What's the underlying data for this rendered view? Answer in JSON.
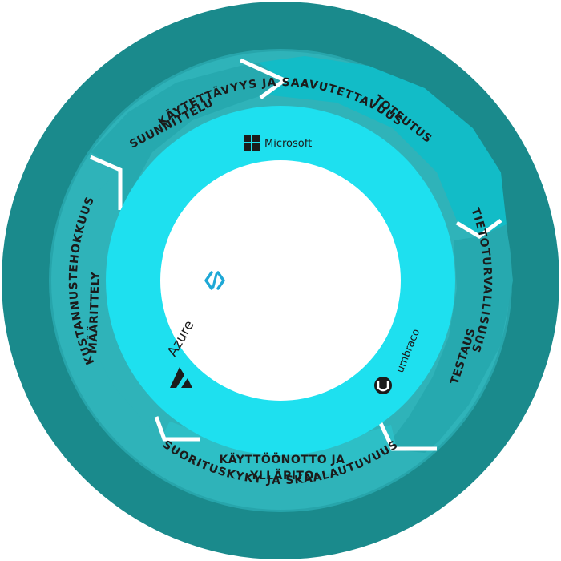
{
  "outer_ring": {
    "top": "KÄYTETTÄVYYS JA SAAVUTETTAVUUS",
    "right": "TIETOTURVALLISUUS",
    "bottom": "SUORITUSKYKY JA SKAALAUTUVUUS",
    "left": "KUSTANNUSTEHOKKUUS"
  },
  "phases": {
    "planning": "SUUNNITTELU",
    "implementation": "TOTEUTUS",
    "testing": "TESTAUS",
    "deployment_line1": "KÄYTTÖÖNOTTO JA",
    "deployment_line2": "YLLÄPITO",
    "definition": "MÄÄRITTELY"
  },
  "technologies": {
    "microsoft": "Microsoft",
    "azure": "Azure",
    "umbraco": "umbraco"
  },
  "icons": {
    "center": "code-bracket-icon",
    "microsoft": "microsoft-logo-icon",
    "azure": "azure-logo-icon",
    "umbraco": "umbraco-logo-icon"
  },
  "colors": {
    "outer_ring": "#1a8a8c",
    "middle_ring": "#30b6bc",
    "arrow_highlight": "#12bcc7",
    "inner_ring": "#1ee0ef",
    "center": "#ffffff",
    "text": "#1b1b1b"
  }
}
